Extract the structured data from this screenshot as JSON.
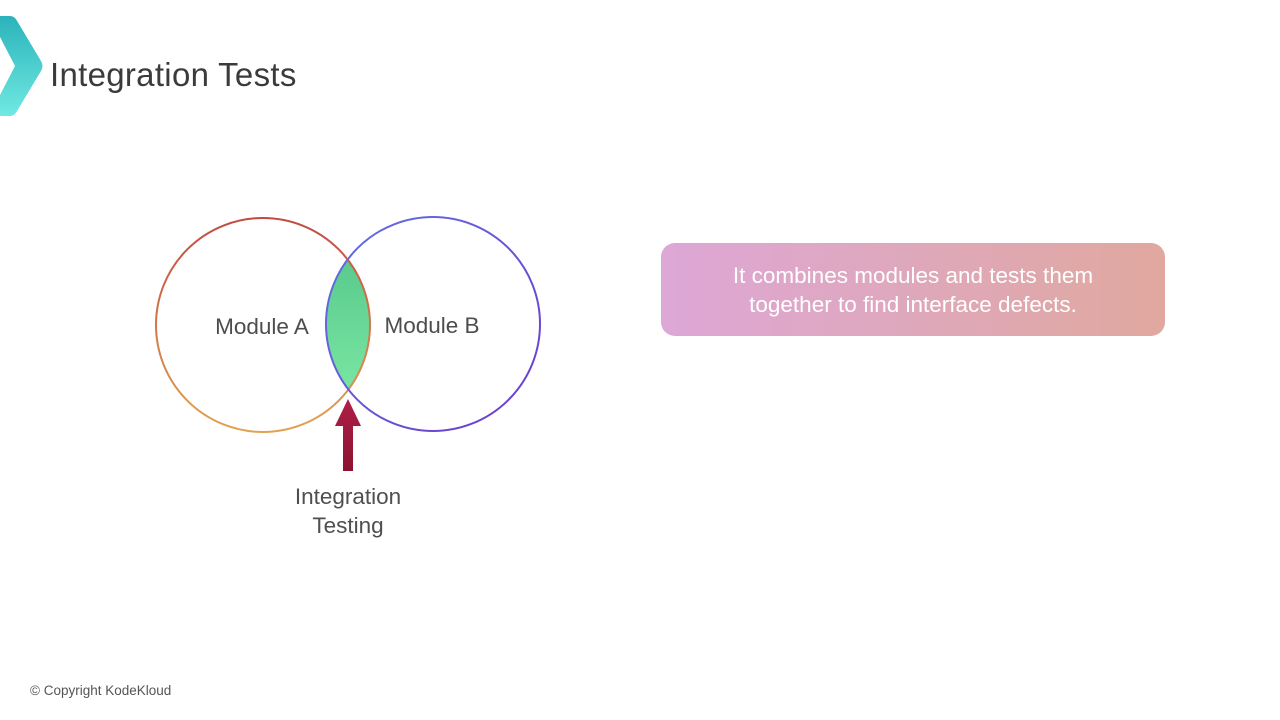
{
  "slide": {
    "title": "Integration Tests",
    "footer": "© Copyright KodeKloud"
  },
  "logo": {
    "color_top": "#2bb3ba",
    "color_bottom": "#70e9e2"
  },
  "venn": {
    "module_a_label": "Module A",
    "module_b_label": "Module B",
    "label_color": "#4d4d4d",
    "circle_a_stroke_top": "#c14b42",
    "circle_a_stroke_bottom": "#e0a351",
    "circle_b_stroke_start": "#6271e2",
    "circle_b_stroke_end": "#6c3bcd",
    "overlap_fill_top": "#4fc287",
    "overlap_fill_bottom": "#83eda8"
  },
  "annotation": {
    "line1": "Integration",
    "line2": "Testing",
    "arrow_color_top": "#b01f47",
    "arrow_color_bottom": "#8c1330"
  },
  "callout": {
    "line1": "It combines modules and tests them",
    "line2": "together to find interface defects.",
    "text_color": "#ffffff",
    "gradient_left": "#dda7d7",
    "gradient_right": "#e0a89e"
  }
}
